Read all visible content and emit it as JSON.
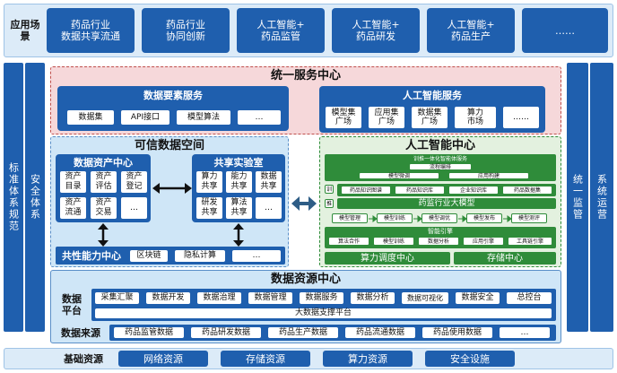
{
  "scenario": {
    "label": "应用场景",
    "items": [
      "药品行业\n数据共享流通",
      "药品行业\n协同创新",
      "人工智能+\n药品监管",
      "人工智能+\n药品研发",
      "人工智能+\n药品生产",
      "……"
    ]
  },
  "left_side": {
    "standards": "标准体系规范",
    "security": "安全体系"
  },
  "right_side": {
    "supervision": "统一监管",
    "operation": "系统运营"
  },
  "unified_service": {
    "title": "统一服务中心",
    "data_elements": {
      "title": "数据要素服务",
      "items": [
        "数据集",
        "API接口",
        "模型算法",
        "…"
      ]
    },
    "ai_service": {
      "title": "人工智能服务",
      "items": [
        "模型集\n广场",
        "应用集\n广场",
        "数据集\n广场",
        "算力\n市场",
        "……"
      ]
    }
  },
  "trusted_space": {
    "title": "可信数据空间",
    "asset_center": {
      "title": "数据资产中心",
      "items": [
        "资产\n目录",
        "资产\n评估",
        "资产\n登记",
        "资产\n流通",
        "资产\n交易",
        "…"
      ]
    },
    "lab": {
      "title": "共享实验室",
      "items": [
        "算力\n共享",
        "能力\n共享",
        "数据\n共享",
        "研发\n共享",
        "算法\n共享",
        "…"
      ]
    },
    "common": {
      "title": "共性能力中心",
      "items": [
        "区块链",
        "隐私计算",
        "…"
      ]
    }
  },
  "ai_center": {
    "title": "人工智能中心",
    "platform": "训推一体化智能体服务",
    "flow": "流程编排",
    "model_mgmt": "模型微调",
    "app_build": "应用构建",
    "side_tags": [
      "训",
      "推"
    ],
    "row_items": [
      "药品知识图谱",
      "药品知识库",
      "企业知识库",
      "药品数据集"
    ],
    "big_model": "药监行业大模型",
    "pipeline": [
      "模型管理",
      "模型训练",
      "模型调优",
      "模型发布",
      "模型测评"
    ],
    "engine": {
      "title": "智能引擎",
      "items": [
        "算法合作",
        "模型训练",
        "数据分析",
        "应用引擎",
        "工具链引擎"
      ]
    },
    "compute": "算力调度中心",
    "storage": "存储中心"
  },
  "data_resources": {
    "title": "数据资源中心",
    "platform_label": "数据\n平台",
    "platform_items": [
      "采集汇聚",
      "数据开发",
      "数据治理",
      "数据管理",
      "数据服务",
      "数据分析",
      "数据可视化",
      "数据安全",
      "总控台"
    ],
    "bigdata": "大数据支撑平台",
    "source_label": "数据来源",
    "sources": [
      "药品监管数据",
      "药品研发数据",
      "药品生产数据",
      "药品流通数据",
      "药品使用数据",
      "…"
    ]
  },
  "infrastructure": {
    "label": "基础资源",
    "items": [
      "网络资源",
      "存储资源",
      "算力资源",
      "安全设施"
    ]
  },
  "colors": {
    "primary": "#1f5fae",
    "pink": "#f6d8da",
    "light_blue": "#cfe6f7",
    "green": "#2f8c3a",
    "green_bg": "#e3f1df"
  }
}
